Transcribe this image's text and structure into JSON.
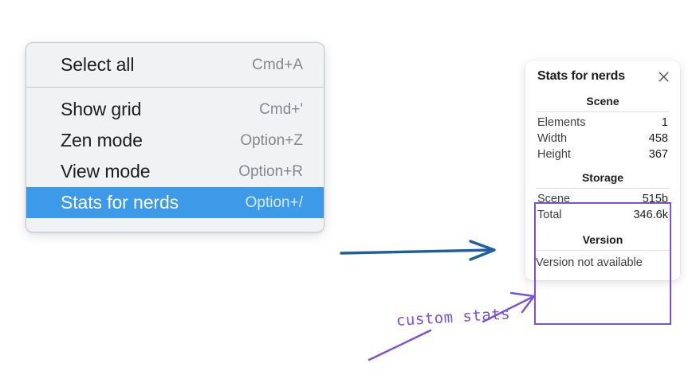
{
  "menu": {
    "sections": [
      {
        "items": [
          {
            "label": "Select all",
            "shortcut": "Cmd+A",
            "selected": false
          }
        ]
      },
      {
        "items": [
          {
            "label": "Show grid",
            "shortcut": "Cmd+'",
            "selected": false
          },
          {
            "label": "Zen mode",
            "shortcut": "Option+Z",
            "selected": false
          },
          {
            "label": "View mode",
            "shortcut": "Option+R",
            "selected": false
          },
          {
            "label": "Stats for nerds",
            "shortcut": "Option+/",
            "selected": true
          }
        ]
      }
    ]
  },
  "stats_panel": {
    "title": "Stats for nerds",
    "close_icon": "close-icon",
    "sections": [
      {
        "heading": "Scene",
        "rows": [
          {
            "key": "Elements",
            "value": "1"
          },
          {
            "key": "Width",
            "value": "458"
          },
          {
            "key": "Height",
            "value": "367"
          }
        ]
      },
      {
        "heading": "Storage",
        "rows": [
          {
            "key": "Scene",
            "value": "515b"
          },
          {
            "key": "Total",
            "value": "346.6k"
          }
        ]
      },
      {
        "heading": "Version",
        "note": "Version not available"
      }
    ]
  },
  "annotations": {
    "handwritten_label": "custom stats",
    "arrow_blue_color": "#1f5fa0",
    "arrow_purple_color": "#7b51d8",
    "highlight_box_color": "#7b51d8"
  },
  "colors": {
    "menu_background": "#f1f2f4",
    "menu_border": "#c3c8ce",
    "selected_row": "#3d9ae8",
    "selected_text": "#ffffff",
    "shortcut_text": "#84888e",
    "panel_background": "#ffffff",
    "page_background": "#ffffff"
  }
}
